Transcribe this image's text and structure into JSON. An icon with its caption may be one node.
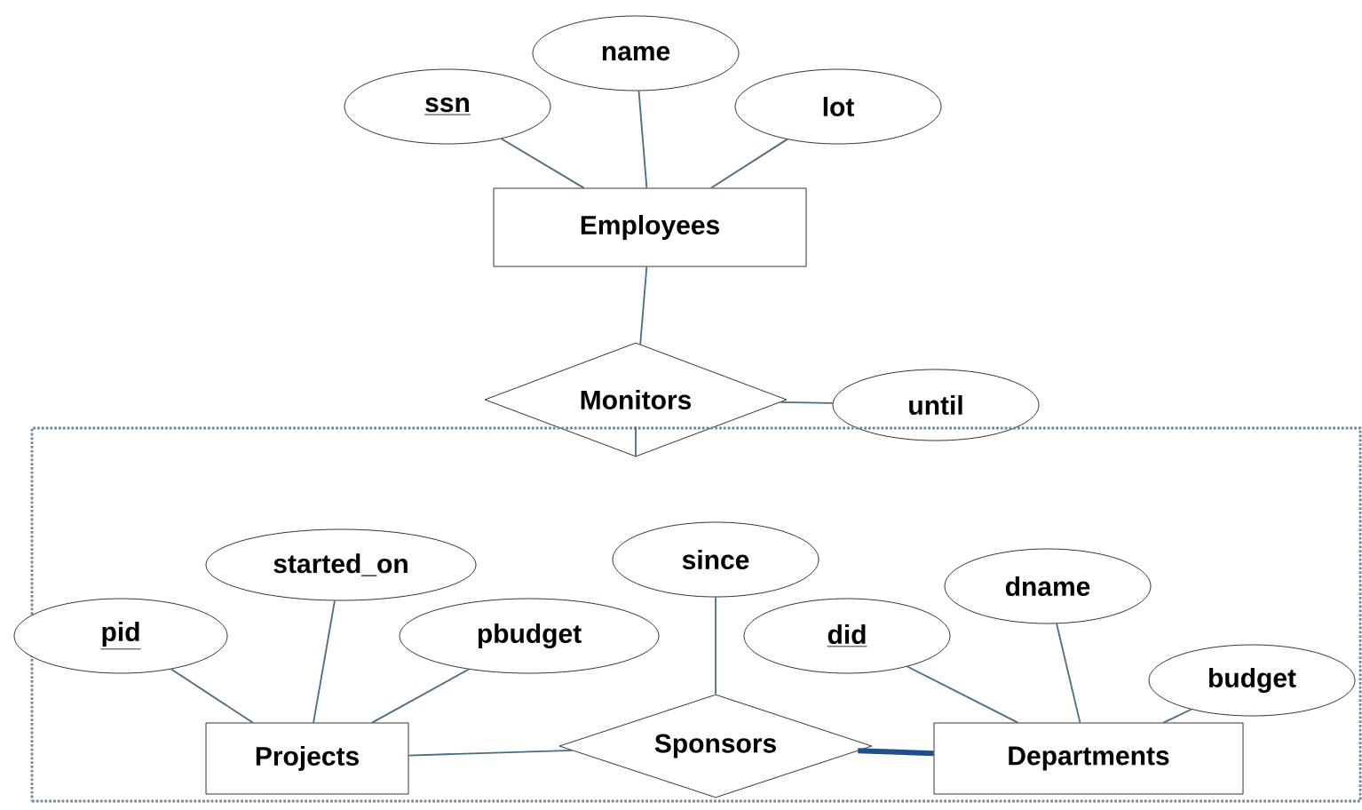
{
  "diagram": {
    "nodes": [
      {
        "text": [
          "Employees"
        ]
      },
      {
        "text": [
          "ssn"
        ]
      },
      {
        "text": [
          "name"
        ]
      },
      {
        "text": [
          "lot"
        ]
      },
      {
        "text": [
          "Monitors"
        ]
      },
      {
        "text": [
          "until"
        ]
      },
      {
        "text": [],
        "shape": "box"
      },
      {
        "text": [
          "since"
        ],
        "in": 6
      },
      {
        "text": [
          "started_on"
        ],
        "in": 6
      },
      {
        "text": [
          "pid"
        ],
        "in": 6
      },
      {
        "text": [
          "pbudget"
        ],
        "in": 6
      },
      {
        "text": [
          "Projects"
        ],
        "in": 6
      },
      {
        "text": [
          "Sponsors"
        ],
        "in": 6
      },
      {
        "text": [
          "did"
        ],
        "in": 6
      },
      {
        "text": [
          "dname"
        ],
        "in": 6
      },
      {
        "text": [
          "budget"
        ],
        "in": 6
      },
      {
        "text": [
          "Departments"
        ],
        "in": 6
      }
    ],
    "edges": [
      {
        "from": 1,
        "to": 0,
        "arrow": "none"
      },
      {
        "from": 2,
        "to": 0,
        "arrow": "none"
      },
      {
        "from": 3,
        "to": 0,
        "arrow": "none"
      },
      {
        "from": 0,
        "to": 4,
        "arrow": "none"
      },
      {
        "from": 4,
        "to": 5,
        "arrow": "none"
      },
      {
        "from": 4,
        "to": 6,
        "arrow": "none"
      },
      {
        "from": 9,
        "to": 11,
        "arrow": "none"
      },
      {
        "from": 8,
        "to": 11,
        "arrow": "none"
      },
      {
        "from": 10,
        "to": 11,
        "arrow": "none"
      },
      {
        "from": 7,
        "to": 12,
        "arrow": "none"
      },
      {
        "from": 11,
        "to": 12,
        "arrow": "none"
      },
      {
        "from": 12,
        "to": 16,
        "arrow": "none",
        "style": "thick",
        "color": "#1f4e8c"
      },
      {
        "from": 13,
        "to": 16,
        "arrow": "none"
      },
      {
        "from": 14,
        "to": 16,
        "arrow": "none"
      },
      {
        "from": 15,
        "to": 16,
        "arrow": "none"
      }
    ]
  }
}
